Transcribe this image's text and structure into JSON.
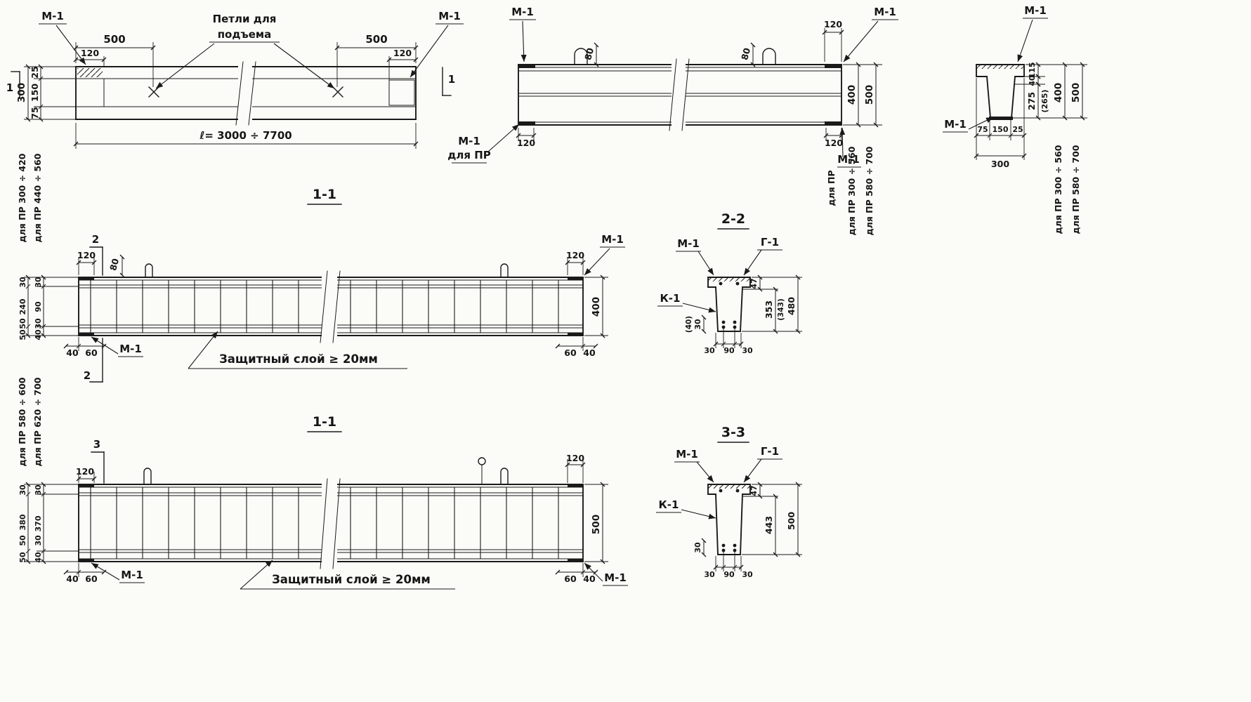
{
  "plan": {
    "m1_left": "М-1",
    "m1_right": "М-1",
    "lifting_1": "Петли для",
    "lifting_2": "подъема",
    "dim_500_l": "500",
    "dim_120_l": "120",
    "dim_500_r": "500",
    "dim_120_r": "120",
    "dim_25": "25",
    "dim_150": "150",
    "dim_75": "75",
    "dim_300": "300",
    "length": "ℓ= 3000 ÷ 7700",
    "cut_l": "1",
    "cut_r": "1"
  },
  "elev": {
    "m1_tl": "М-1",
    "m1_tr": "М-1",
    "m1_bl_1": "М-1",
    "m1_bl_2": "для ПР",
    "m1_br_1": "М-1",
    "m1_br_2": "для ПР",
    "dim_80_l": "80",
    "dim_80_r": "80",
    "dim_120_tr": "120",
    "dim_120_bl": "120",
    "dim_120_br": "120",
    "dim_400": "400",
    "dim_500": "500",
    "range_400": "для ПР 300 ÷ 560",
    "range_500": "для ПР 580 ÷ 700"
  },
  "cross": {
    "m1_top": "М-1",
    "m1_left": "М-1",
    "dim_115": "115",
    "dim_40": "40",
    "dim_275": "275",
    "dim_265": "(265)",
    "dim_400": "400",
    "dim_500": "500",
    "dim_75": "75",
    "dim_150": "150",
    "dim_25": "25",
    "dim_300": "300",
    "range_400": "для ПР 300 ÷ 560",
    "range_500": "для ПР 580 ÷ 700"
  },
  "mid": {
    "title": "1-1",
    "cut_top": "2",
    "cut_bot": "2",
    "dim_120_l": "120",
    "dim_80": "80",
    "dim_120_r": "120",
    "m1_tr": "М-1",
    "m1_bl": "М-1",
    "dim_400": "400",
    "range_a": "для ПР 300 ÷ 420",
    "range_b": "для ПР 440 ÷ 560",
    "lo1": "30",
    "lo2": "240",
    "lo3": "50",
    "lo4": "50",
    "li1": "30",
    "li2": "90",
    "li3": "30",
    "li4": "40",
    "bl1": "40",
    "bl2": "60",
    "br1": "60",
    "br2": "40",
    "cover": "Защитный слой ≥ 20мм"
  },
  "s22": {
    "title": "2-2",
    "m1": "М-1",
    "g1": "Г-1",
    "k1": "К-1",
    "dim_47": "47",
    "dim_353": "353",
    "dim_343": "(343)",
    "dim_480": "480",
    "dim_30": "30",
    "dim_40": "(40)",
    "b1": "30",
    "b2": "90",
    "b3": "30"
  },
  "bot": {
    "title": "1-1",
    "cut_top": "3",
    "dim_120_l": "120",
    "dim_120_r": "120",
    "dim_500": "500",
    "range_a": "для ПР 580 ÷ 600",
    "range_b": "для ПР 620 ÷ 700",
    "lo1": "30",
    "lo2": "380",
    "lo3": "50",
    "lo4": "50",
    "li1": "30",
    "li2": "370",
    "li3": "30",
    "li4": "40",
    "bl1": "40",
    "bl2": "60",
    "br1": "60",
    "br2": "40",
    "cover": "Защитный слой ≥ 20мм",
    "m1_bl": "М-1",
    "m1_br": "М-1"
  },
  "s33": {
    "title": "3-3",
    "m1": "М-1",
    "g1": "Г-1",
    "k1": "К-1",
    "dim_47": "47",
    "dim_443": "443",
    "dim_500": "500",
    "dim_30": "30",
    "b1": "30",
    "b2": "90",
    "b3": "30"
  }
}
